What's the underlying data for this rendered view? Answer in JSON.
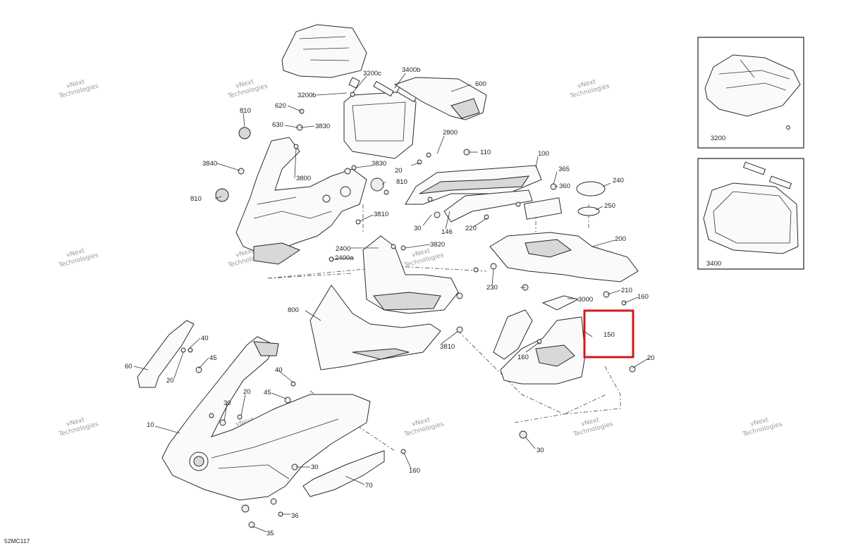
{
  "diagram_code": "52MC117",
  "watermark": {
    "line1": "vNext",
    "line2": "Technologies"
  },
  "labels": {
    "l10": "10",
    "l20a": "20",
    "l20b": "20",
    "l20c": "20",
    "l20d": "20",
    "l30a": "30",
    "l30b": "30",
    "l30c": "30",
    "l30d": "30",
    "l35": "35",
    "l36": "36",
    "l40a": "40",
    "l40b": "40",
    "l45a": "45",
    "l45b": "45",
    "l60": "60",
    "l70": "70",
    "l100": "100",
    "l110": "110",
    "l146": "146",
    "l150": "150",
    "l160a": "160",
    "l160b": "160",
    "l160c": "160",
    "l200": "200",
    "l210": "210",
    "l220": "220",
    "l230": "230",
    "l240": "240",
    "l250": "250",
    "l360": "360",
    "l365": "365",
    "l600": "600",
    "l620": "620",
    "l630": "630",
    "l800": "800",
    "l810a": "810",
    "l810b": "810",
    "l810c": "810",
    "l2400": "2400",
    "l2400a": "2400a",
    "l2800": "2800",
    "l3000": "3000",
    "l3200": "3200",
    "l3200b": "3200b",
    "l3200c": "3200c",
    "l3400": "3400",
    "l3400b": "3400b",
    "l3800": "3800",
    "l3810a": "3810",
    "l3810b": "3810",
    "l3820": "3820",
    "l3830a": "3830",
    "l3830b": "3830",
    "l3840": "3840"
  },
  "highlight": {
    "label": "150",
    "color": "#d0191f"
  }
}
